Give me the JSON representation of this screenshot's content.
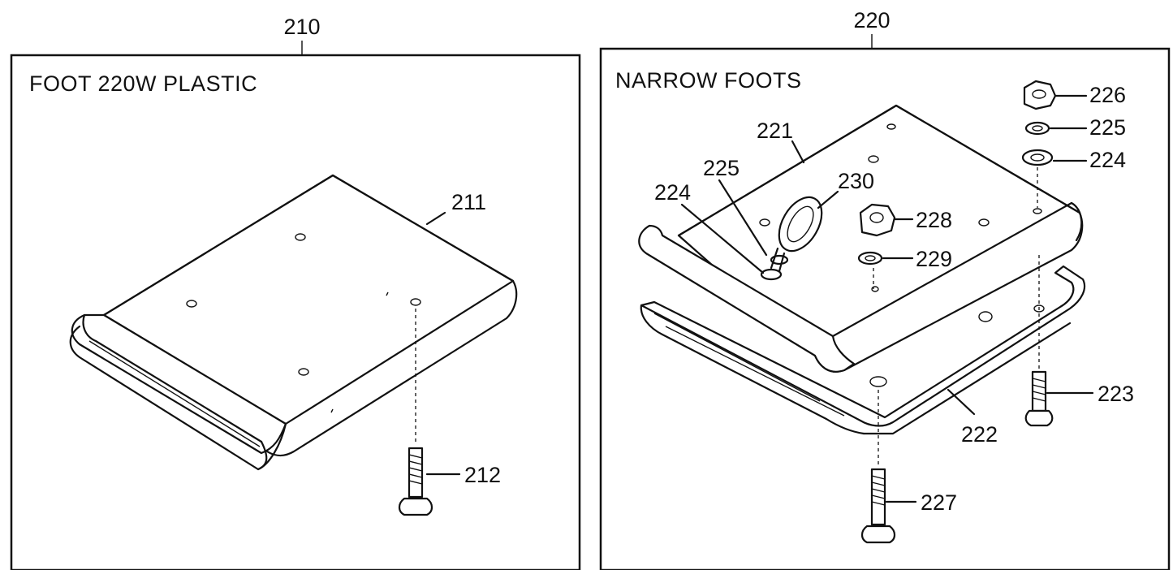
{
  "panels": {
    "left": {
      "number": "210",
      "title": "FOOT 220W PLASTIC",
      "callouts": {
        "pad": "211",
        "bolt": "212"
      }
    },
    "right": {
      "number": "220",
      "title": "NARROW FOOTS",
      "callouts": {
        "plate": "221",
        "bracket": "222",
        "bolt_right": "223",
        "washer_right": "224",
        "lock_washer_right": "225",
        "nut_right": "226",
        "bolt_front": "227",
        "nut_center": "228",
        "lock_washer_center": "229",
        "ring_bolt": "230",
        "washer_left": "224",
        "lock_washer_left": "225"
      }
    }
  }
}
